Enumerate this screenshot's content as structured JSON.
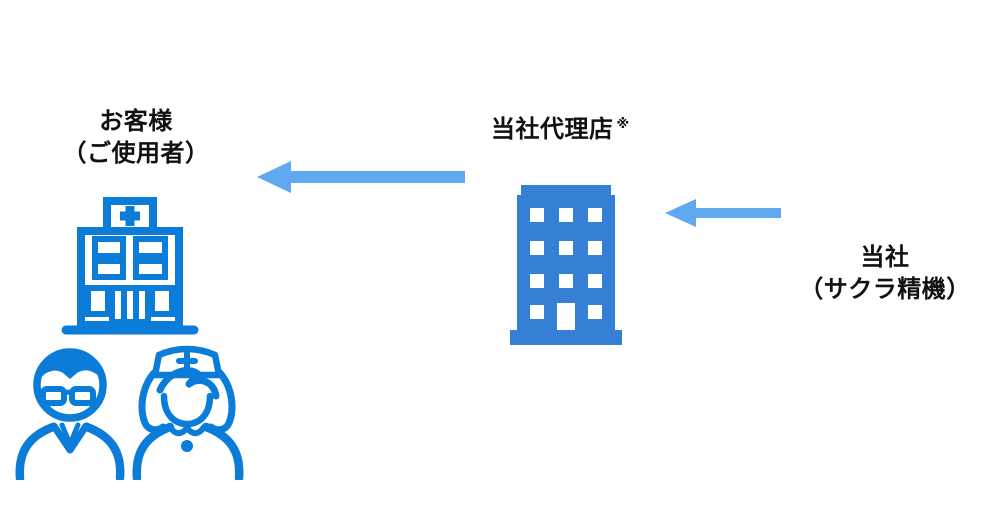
{
  "labels": {
    "customer": {
      "line1": "お客様",
      "line2": "（ご使用者）"
    },
    "agent": {
      "name": "当社代理店",
      "footnote_mark": "※"
    },
    "company": {
      "line1": "当社",
      "line2": "（サクラ精機）"
    }
  },
  "icons": {
    "customer_site": "hospital-building-icon",
    "customer_people_left": "doctor-icon",
    "customer_people_right": "nurse-icon",
    "agent": "office-building-icon",
    "flow_arrows": "left-arrow-icon"
  },
  "colors": {
    "outline_icon_blue": "#0b7cd8",
    "building_blue": "#3580d4",
    "arrow_blue": "#60a9f0",
    "text_black": "#111111"
  }
}
